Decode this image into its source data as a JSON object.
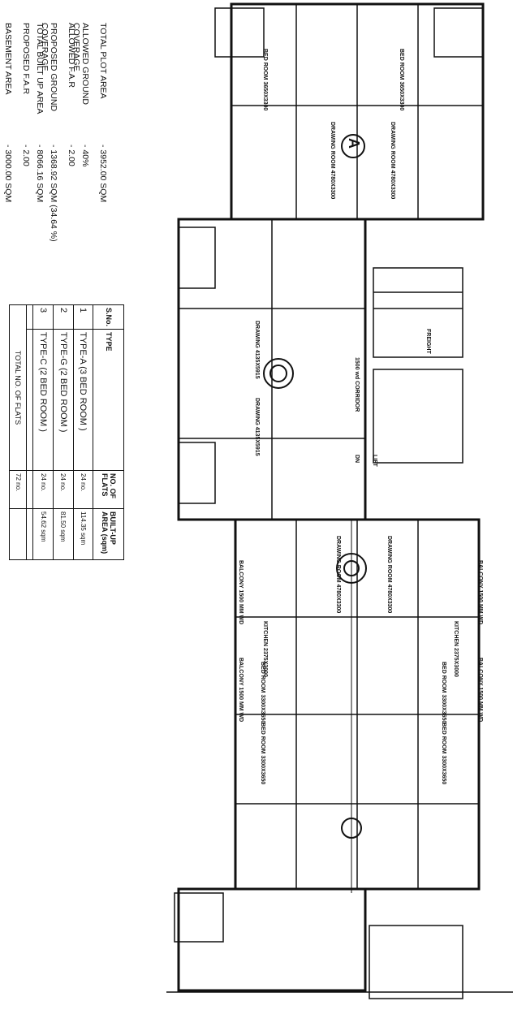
{
  "site_info": [
    {
      "label": "TOTAL PLOT AREA",
      "value": "- 3952.00 SQM"
    },
    {
      "label": "ALLOWED GROUND COVERAGE",
      "value": "- 40%"
    },
    {
      "label": "ALLOWED F.A.R",
      "value": "- 2.00"
    },
    {
      "label": "PROPOSED GROUND COVERAGE",
      "value": "- 1368.92 SQM (34.64 %)"
    },
    {
      "label": "TOTAL BUILT UP AREA",
      "value": "- 8066.16 SQM"
    },
    {
      "label": "PROPOSED F.A.R",
      "value": "- 2.00"
    },
    {
      "label": "BASEMENT AREA",
      "value": "- 3000.00 SQM"
    }
  ],
  "table": {
    "headers": [
      "S.No.",
      "TYPE",
      "NO. OF FLATS",
      "BUILT-UP AREA (sqm)"
    ],
    "rows": [
      [
        "1",
        "TYPE-A (3 BED ROOM )",
        "24 no.",
        "114.35 sqm"
      ],
      [
        "2",
        "TYPE-G (2 BED ROOM )",
        "24 no.",
        "81.50 sqm"
      ],
      [
        "3",
        "TYPE-C (2 BED ROOM )",
        "24 no.",
        "54.62 sqm"
      ]
    ],
    "total_label": "TOTAL NO. OF FLATS",
    "total_value": "72 no."
  },
  "plan_labels": {
    "bed1": "BED ROOM 3650X3300",
    "bed2": "BED ROOM 3650X3300",
    "drawing_a1": "DRAWING ROOM 4780X3300",
    "drawing_a2": "DRAWING ROOM 4780X3300",
    "block_a": "A",
    "corridor": "1500 wd CORRIDOR",
    "drawing_g1": "DRAWING 4135X5915",
    "drawing_g2": "DRAWING 4135X5915",
    "freight": "FREIGHT",
    "lift": "LIFT",
    "dn": "DN",
    "drawing_c1": "DRAWING ROOM 4780X3300",
    "drawing_c2": "DRAWING ROOM 4780X3300",
    "kitchen1": "KITCHEN 2375X3000",
    "kitchen2": "KITCHEN 2375X3000",
    "balcony1": "BALCONY 1500 MM WD",
    "balcony2": "BALCONY 1500 MM WD",
    "balcony3": "BALCONY 1500 MM WD",
    "balcony4": "BALCONY 1500 MM WD",
    "bed3": "BED ROOM 3300X3650",
    "bed4": "BED ROOM 3300X3650",
    "bed5": "BED ROOM 3300X3650",
    "bed6": "BED ROOM 3300X3650"
  }
}
